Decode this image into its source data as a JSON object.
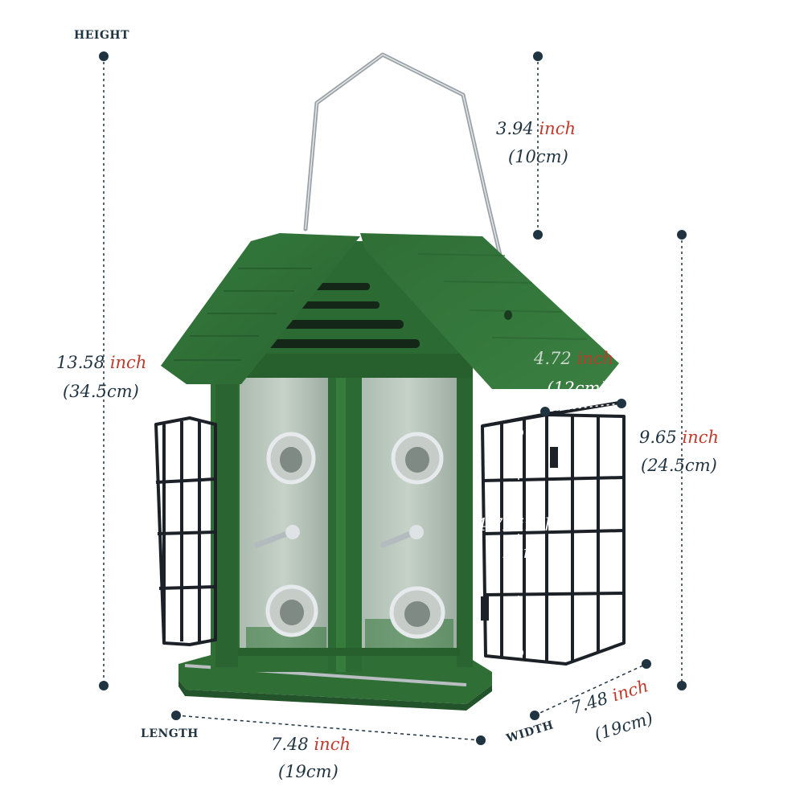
{
  "colors": {
    "dimension_line": "#1f3340",
    "unit_accent": "#c0392b",
    "feeder_green": "#2f6f36",
    "feeder_green_dark": "#23552a",
    "cage_black": "#1c2128"
  },
  "captions": {
    "height": "HEIGHT",
    "length": "LENGTH",
    "width": "WIDTH"
  },
  "dimensions": {
    "total_height": {
      "value": "13.58",
      "unit": "inch",
      "metric": "(34.5cm)"
    },
    "hanger": {
      "value": "3.94",
      "unit": "inch",
      "metric": "(10cm)"
    },
    "body_height": {
      "value": "9.65",
      "unit": "inch",
      "metric": "(24.5cm)"
    },
    "cage_depth": {
      "value": "4.72",
      "unit": "inch",
      "metric": "(12cm)"
    },
    "cage_height": {
      "value": "4.72 inch",
      "metric": "(12cm)"
    },
    "length": {
      "value": "7.48",
      "unit": "inch",
      "metric": "(19cm)"
    },
    "width": {
      "value": "7.48",
      "unit": "inch",
      "metric": "(19cm)"
    }
  }
}
